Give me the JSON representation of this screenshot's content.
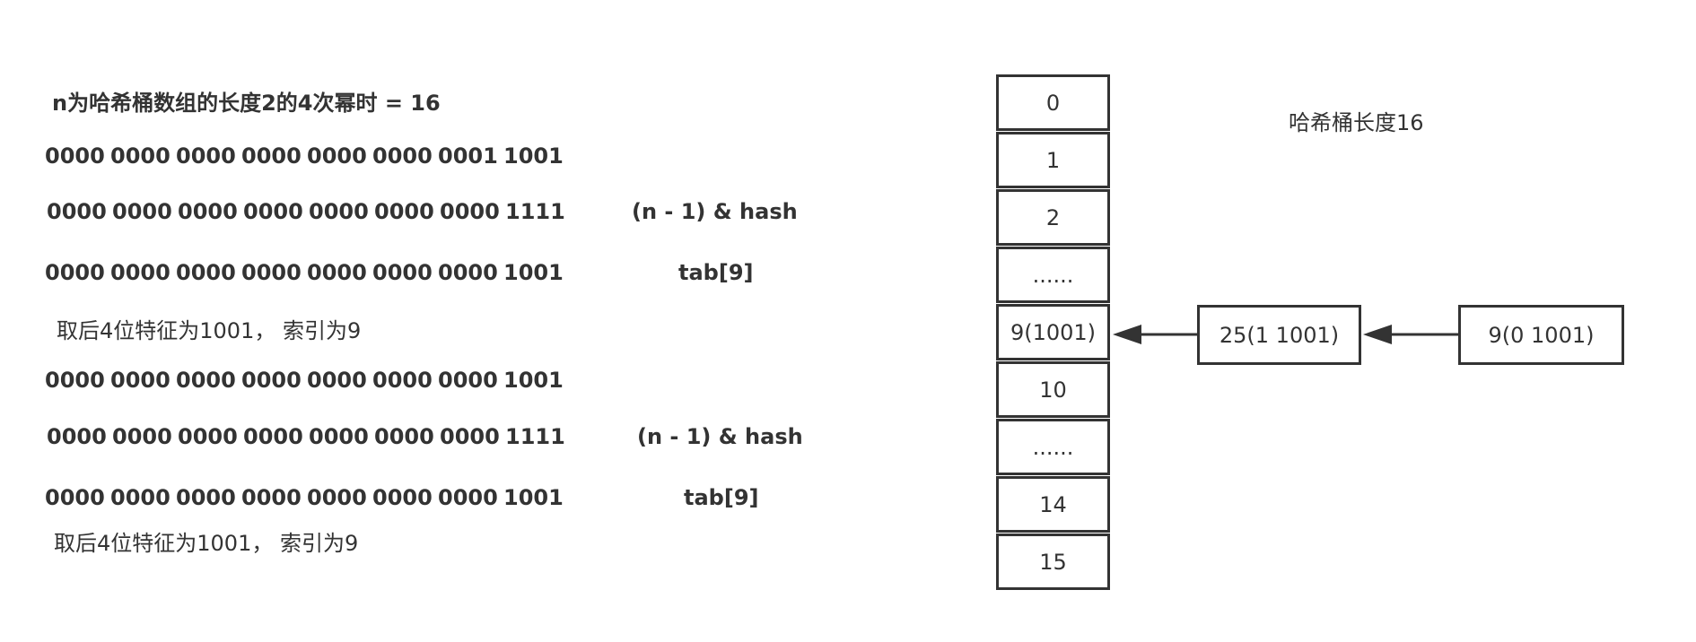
{
  "left": {
    "title": "n为哈希桶数组的长度2的4次幂时 = 16",
    "group1": {
      "hash_bits": [
        "0000",
        "0000",
        "0000",
        "0000",
        "0000",
        "0000",
        "0001",
        "1001"
      ],
      "mask_bits": [
        "0000",
        "0000",
        "0000",
        "0000",
        "0000",
        "0000",
        "0000",
        "1111"
      ],
      "mask_label": "(n - 1) & hash",
      "result_bits": [
        "0000",
        "0000",
        "0000",
        "0000",
        "0000",
        "0000",
        "0000",
        "1001"
      ],
      "result_label": "tab[9]",
      "note": "取后4位特征为1001， 索引为9"
    },
    "group2": {
      "hash_bits": [
        "0000",
        "0000",
        "0000",
        "0000",
        "0000",
        "0000",
        "0000",
        "1001"
      ],
      "mask_bits": [
        "0000",
        "0000",
        "0000",
        "0000",
        "0000",
        "0000",
        "0000",
        "1111"
      ],
      "mask_label": "(n - 1) & hash",
      "result_bits": [
        "0000",
        "0000",
        "0000",
        "0000",
        "0000",
        "0000",
        "0000",
        "1001"
      ],
      "result_label": "tab[9]",
      "note": "取后4位特征为1001， 索引为9"
    }
  },
  "right": {
    "bucket_title": "哈希桶长度16",
    "buckets": [
      "0",
      "1",
      "2",
      "......",
      "9(1001)",
      "10",
      "......",
      "14",
      "15"
    ],
    "chain": [
      "25(1 1001)",
      "9(0 1001)"
    ]
  }
}
